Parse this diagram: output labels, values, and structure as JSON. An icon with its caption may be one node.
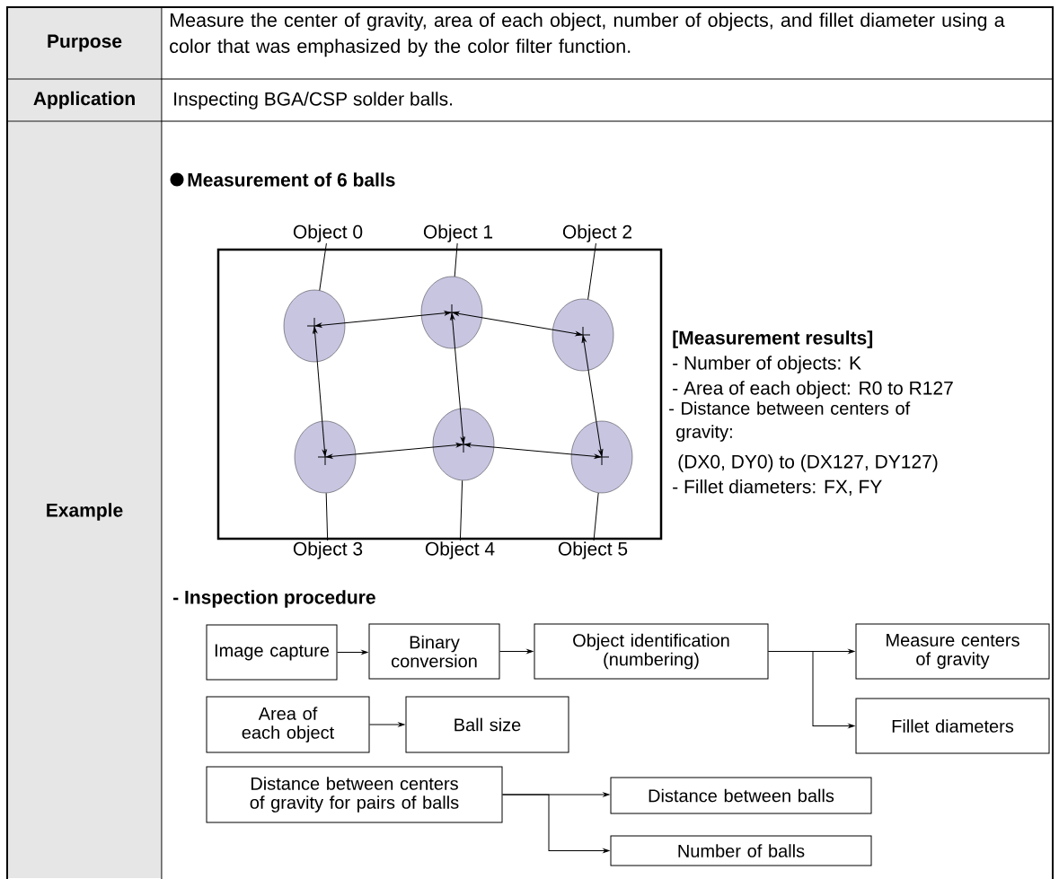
{
  "diagram": {
    "nodes": [
      {
        "text": [
          "Object 0"
        ]
      },
      {
        "text": [
          "Object 1"
        ]
      },
      {
        "text": [
          "Object 2"
        ]
      },
      {
        "text": [],
        "shape": "box"
      },
      {
        "text": [],
        "shape": "circle",
        "in": 3
      },
      {
        "text": [],
        "shape": "circle",
        "in": 3
      },
      {
        "text": [],
        "shape": "circle",
        "in": 3
      },
      {
        "text": [],
        "shape": "circle",
        "in": 3
      },
      {
        "text": [],
        "shape": "circle",
        "in": 3
      },
      {
        "text": [],
        "shape": "circle",
        "in": 3
      },
      {
        "text": [
          "Object 3"
        ]
      },
      {
        "text": [
          "Object 4"
        ]
      },
      {
        "text": [
          "Object 5"
        ]
      },
      {
        "text": [
          "Image capture"
        ]
      },
      {
        "text": [
          "Binary conversion"
        ]
      },
      {
        "text": [
          "Object identification (numbering)"
        ]
      },
      {
        "text": [
          "Measure centers of gravity"
        ]
      },
      {
        "text": [
          "Fillet diameters"
        ]
      },
      {
        "text": [
          "Area of each object"
        ]
      },
      {
        "text": [
          "Ball size"
        ]
      },
      {
        "text": [
          "Distance between centers of gravity for pairs of balls"
        ]
      },
      {
        "text": [
          "Distance between balls"
        ]
      },
      {
        "text": [
          "Number of balls"
        ]
      }
    ],
    "edges": [
      {
        "from": 0,
        "to": 4,
        "arrow": "none"
      },
      {
        "from": 1,
        "to": 5,
        "arrow": "none"
      },
      {
        "from": 2,
        "to": 6,
        "arrow": "none"
      },
      {
        "from": 10,
        "to": 7,
        "arrow": "none"
      },
      {
        "from": 11,
        "to": 8,
        "arrow": "none"
      },
      {
        "from": 12,
        "to": 9,
        "arrow": "none"
      },
      {
        "from": 4,
        "to": 5,
        "arrow": "both"
      },
      {
        "from": 5,
        "to": 6,
        "arrow": "both"
      },
      {
        "from": 4,
        "to": 7,
        "arrow": "both"
      },
      {
        "from": 5,
        "to": 8,
        "arrow": "both"
      },
      {
        "from": 6,
        "to": 9,
        "arrow": "both"
      },
      {
        "from": 7,
        "to": 8,
        "arrow": "both"
      },
      {
        "from": 8,
        "to": 9,
        "arrow": "both"
      },
      {
        "from": 13,
        "to": 14,
        "arrow": "to"
      },
      {
        "from": 14,
        "to": 15,
        "arrow": "to"
      },
      {
        "from": 15,
        "to": 16,
        "arrow": "to"
      },
      {
        "from": 15,
        "to": 17,
        "arrow": "to"
      },
      {
        "from": 18,
        "to": 19,
        "arrow": "to"
      },
      {
        "from": 20,
        "to": 21,
        "arrow": "to"
      },
      {
        "from": 20,
        "to": 22,
        "arrow": "to"
      }
    ],
    "labels": [
      "Purpose",
      "Measure the center of gravity, area of each object, number of objects, and fillet diameter using a color that was emphasized by the color filter function.",
      "Application",
      "Inspecting BGA/CSP solder balls.",
      "Example",
      "Measurement of 6 balls",
      "[Measurement results]",
      "- Number of objects: K",
      "- Area of each object: R0 to R127",
      "- Distance between centers of gravity:",
      "(DX0, DY0) to (DX127, DY127)",
      "- Fillet diameters: FX, FY",
      "- Inspection procedure"
    ]
  }
}
